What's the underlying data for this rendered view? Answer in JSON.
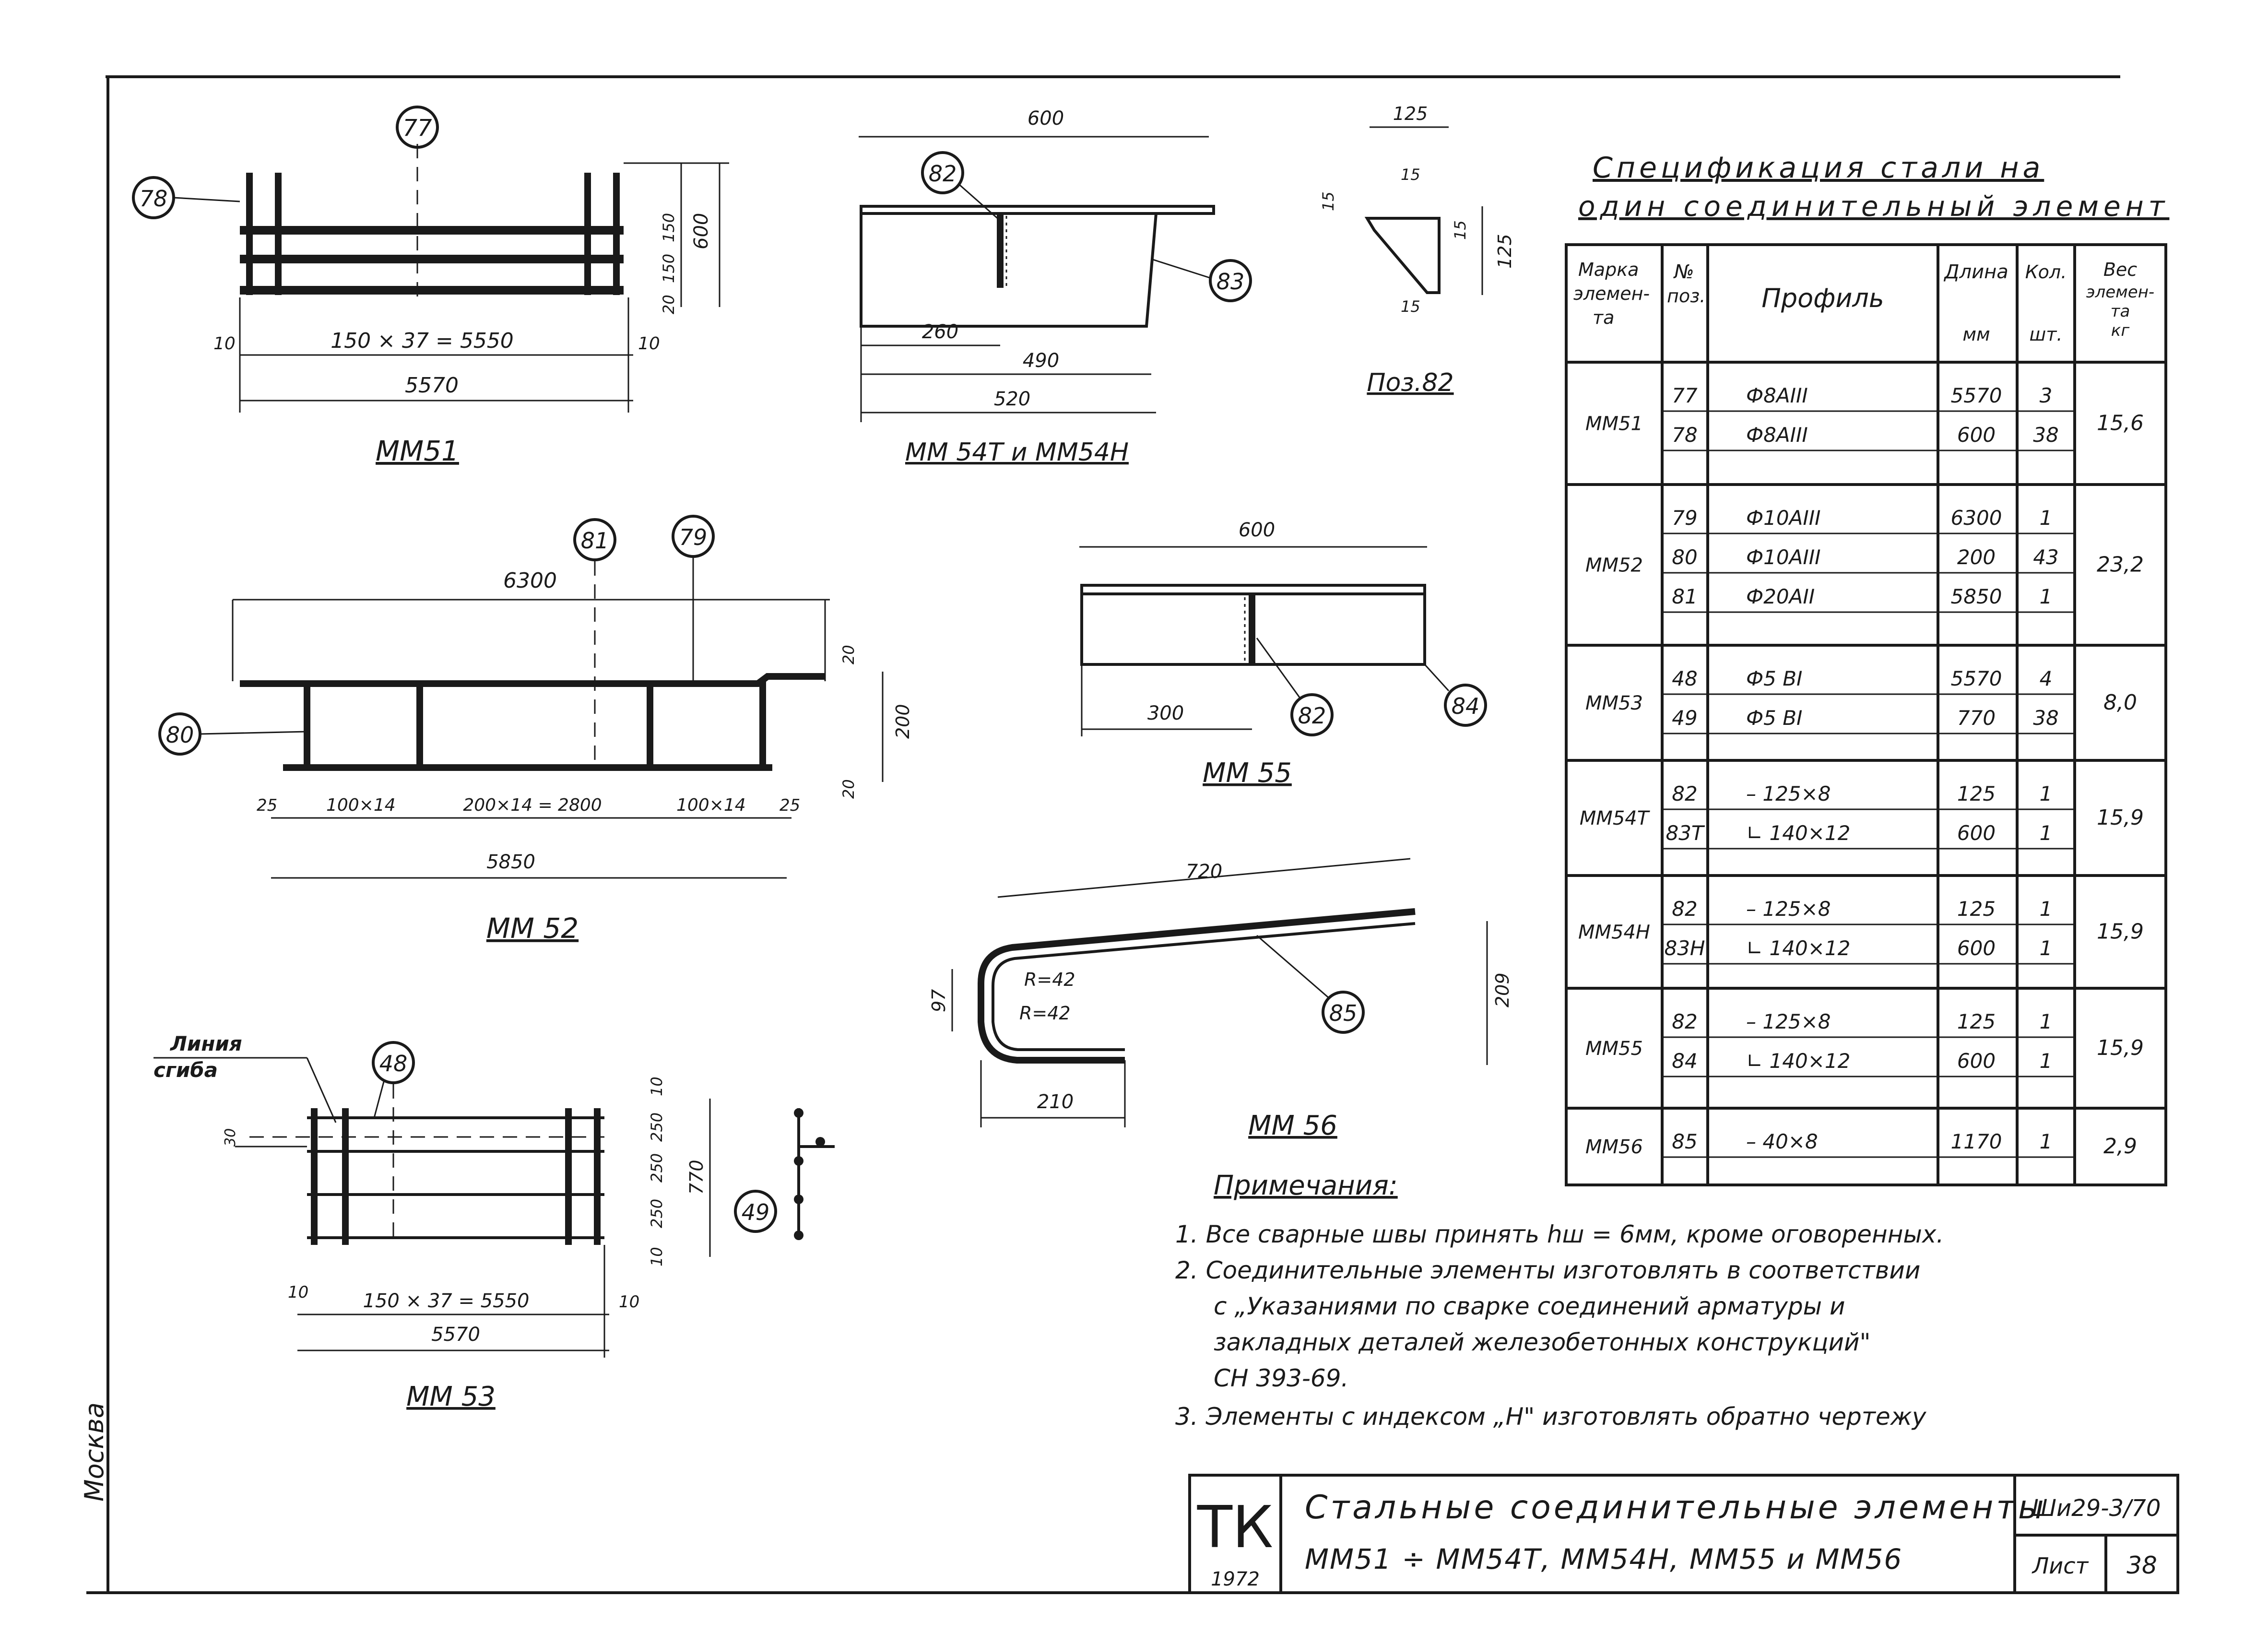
{
  "spec": {
    "title1": "Спецификация стали на",
    "title2": "один соединительный элемент",
    "headers": {
      "mark": [
        "Марка",
        "элемен-",
        "та"
      ],
      "pos": [
        "№",
        "поз."
      ],
      "profile": "Профиль",
      "length": [
        "Длина",
        "мм"
      ],
      "qty": [
        "Кол.",
        "шт."
      ],
      "weight": [
        "Вес",
        "элемен-",
        "та",
        "кг"
      ]
    },
    "groups": [
      {
        "mark": "ММ51",
        "weight": "15,6",
        "rows": [
          {
            "pos": "77",
            "profile": "Ф8АIII",
            "length": "5570",
            "qty": "3"
          },
          {
            "pos": "78",
            "profile": "Ф8АIII",
            "length": "600",
            "qty": "38"
          }
        ]
      },
      {
        "mark": "ММ52",
        "weight": "23,2",
        "rows": [
          {
            "pos": "79",
            "profile": "Ф10АIII",
            "length": "6300",
            "qty": "1"
          },
          {
            "pos": "80",
            "profile": "Ф10АIII",
            "length": "200",
            "qty": "43"
          },
          {
            "pos": "81",
            "profile": "Ф20АII",
            "length": "5850",
            "qty": "1"
          }
        ]
      },
      {
        "mark": "ММ53",
        "weight": "8,0",
        "rows": [
          {
            "pos": "48",
            "profile": "Ф5 ВI",
            "length": "5570",
            "qty": "4"
          },
          {
            "pos": "49",
            "profile": "Ф5 ВI",
            "length": "770",
            "qty": "38"
          }
        ]
      },
      {
        "mark": "ММ54Т",
        "weight": "15,9",
        "rows": [
          {
            "pos": "82",
            "profile": "– 125×8",
            "length": "125",
            "qty": "1"
          },
          {
            "pos": "83Т",
            "profile": "∟ 140×12",
            "length": "600",
            "qty": "1"
          }
        ]
      },
      {
        "mark": "ММ54Н",
        "weight": "15,9",
        "rows": [
          {
            "pos": "82",
            "profile": "– 125×8",
            "length": "125",
            "qty": "1"
          },
          {
            "pos": "83Н",
            "profile": "∟ 140×12",
            "length": "600",
            "qty": "1"
          }
        ]
      },
      {
        "mark": "ММ55",
        "weight": "15,9",
        "rows": [
          {
            "pos": "82",
            "profile": "– 125×8",
            "length": "125",
            "qty": "1"
          },
          {
            "pos": "84",
            "profile": "∟ 140×12",
            "length": "600",
            "qty": "1"
          }
        ]
      },
      {
        "mark": "ММ56",
        "weight": "2,9",
        "rows": [
          {
            "pos": "85",
            "profile": "– 40×8",
            "length": "1170",
            "qty": "1"
          }
        ]
      }
    ]
  },
  "drawings": {
    "mm51": {
      "caption": "ММ51",
      "callout_top": "77",
      "callout_left": "78",
      "dims": {
        "total": "5570",
        "pitch": "150 × 37 = 5550",
        "end_l": "10",
        "end_r": "10",
        "height": "600",
        "sp1": "150",
        "sp2": "150",
        "sp3": "20"
      }
    },
    "mm54": {
      "caption": "ММ 54Т и ММ54Н",
      "callout_a": "82",
      "callout_b": "83",
      "dims": {
        "top": "600",
        "d260": "260",
        "d490": "490",
        "d520": "520"
      }
    },
    "pos82": {
      "caption": "Поз.82",
      "dims": {
        "top": "125",
        "right": "125",
        "s1": "15",
        "s2": "15",
        "s3": "15",
        "s4": "15"
      }
    },
    "mm52": {
      "caption": "ММ 52",
      "callout_80": "80",
      "callout_81": "81",
      "callout_79": "79",
      "dims": {
        "top": "6300",
        "total": "5850",
        "e1": "25",
        "e2": "25",
        "s1": "100×14",
        "s2": "200×14 = 2800",
        "s3": "100×14",
        "h": "200",
        "h1": "20",
        "h2": "20"
      }
    },
    "mm55": {
      "caption": "ММ 55",
      "callout_82": "82",
      "callout_84": "84",
      "dims": {
        "top": "600",
        "d300": "300"
      }
    },
    "mm56": {
      "caption": "ММ 56",
      "callout_85": "85",
      "dims": {
        "d720": "720",
        "d209": "209",
        "d97": "97",
        "d210": "210",
        "r1": "R=42",
        "r2": "R=42"
      }
    },
    "mm53": {
      "caption": "ММ 53",
      "callout_48": "48",
      "callout_49": "49",
      "bend_line1": "Линия",
      "bend_line2": "сгиба",
      "dims": {
        "total": "5570",
        "pitch": "150 × 37 = 5550",
        "e1": "10",
        "e2": "10",
        "h": "770",
        "s1": "250",
        "s2": "250",
        "s3": "250",
        "t1": "10",
        "t2": "10",
        "lft": "30"
      }
    }
  },
  "notes": {
    "title": "Примечания:",
    "items": [
      "1. Все сварные швы принять hш = 6мм, кроме оговоренных.",
      "2. Соединительные элементы изготовлять в соответствии",
      "с „Указаниями по сварке соединений арматуры и",
      "закладных деталей железобетонных конструкций\"",
      "СН 393-69.",
      "3. Элементы с индексом „Н\" изготовлять обратно чертежу"
    ]
  },
  "title_block": {
    "logo": "ТК",
    "year": "1972",
    "line1": "Стальные соединительные элементы",
    "line2": "ММ51 ÷ ММ54Т,   ММ54Н,  ММ55 и ММ56",
    "code": "Ши29-3/70",
    "sheet_label": "Лист",
    "sheet_no": "38"
  },
  "side_text": "Москва"
}
